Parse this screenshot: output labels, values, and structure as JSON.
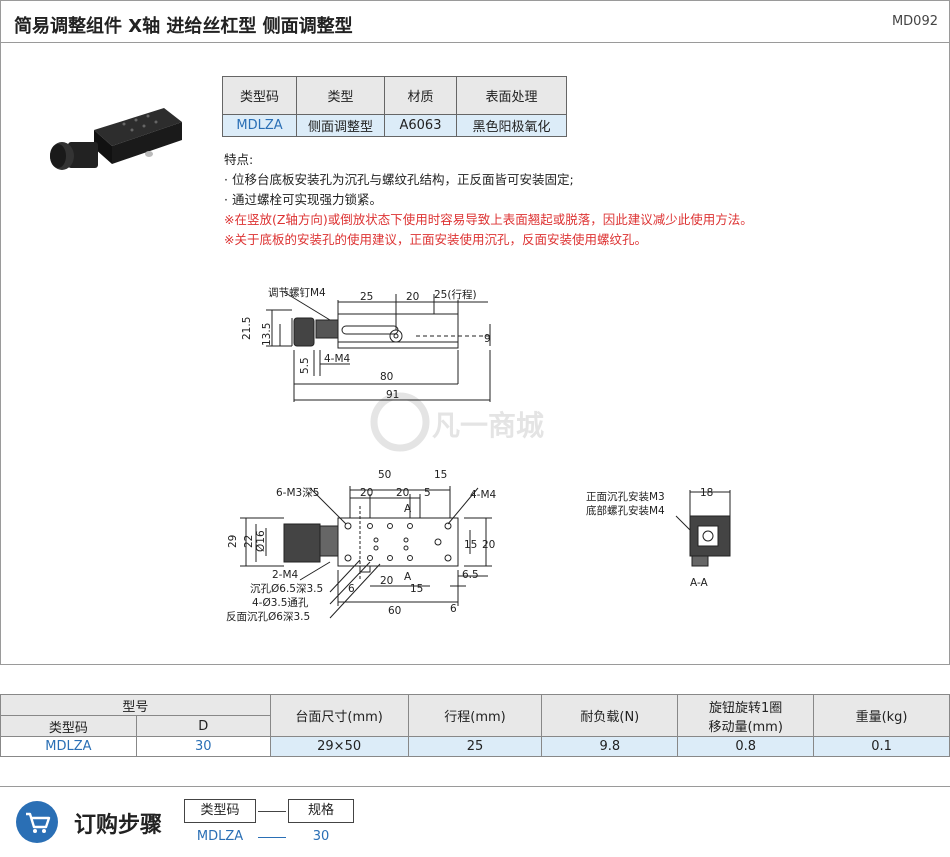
{
  "header": {
    "title": "简易调整组件  X轴  进给丝杠型  侧面调整型",
    "code": "MD092"
  },
  "spec_table": {
    "headers": [
      "类型码",
      "类型",
      "材质",
      "表面处理"
    ],
    "row": [
      "MDLZA",
      "侧面调整型",
      "A6063",
      "黑色阳极氧化"
    ]
  },
  "features": {
    "heading": "特点:",
    "items": [
      "· 位移台底板安装孔为沉孔与螺纹孔结构，正反面皆可安装固定;",
      "· 通过螺栓可实现强力锁紧。"
    ],
    "notes": [
      "※在竖放(Z轴方向)或倒放状态下使用时容易导致上表面翘起或脱落，因此建议减少此使用方法。",
      "※关于底板的安装孔的使用建议，正面安装使用沉孔，反面安装使用螺纹孔。"
    ]
  },
  "drawing": {
    "top": {
      "screw": "调节螺钉M4",
      "d25": "25",
      "d20": "20",
      "stroke": "25(行程)",
      "h215": "21.5",
      "h135": "13.5",
      "h9": "9",
      "d55": "5.5",
      "hole": "4-M4",
      "w80": "80",
      "w91": "91"
    },
    "bottom": {
      "w50": "50",
      "w15": "15",
      "m3": "6-M3深5",
      "d20a": "20",
      "d20b": "20",
      "d5": "5",
      "m4": "4-M4",
      "sec": "A",
      "h29": "29",
      "h22": "22",
      "phi16": "Ø16",
      "h15": "15",
      "h20": "20",
      "m4b": "2-M4",
      "d65": "6.5",
      "cb": "沉孔Ø6.5深3.5",
      "th": "4-Ø3.5通孔",
      "rcb": "反面沉孔Ø6深3.5",
      "d6": "6",
      "d20c": "20",
      "d15b": "15",
      "w60": "60",
      "d6b": "6"
    },
    "section": {
      "front": "正面沉孔安装M3",
      "bottom": "底部螺孔安装M4",
      "w18": "18",
      "label": "A-A"
    },
    "watermark": "凡一商城"
  },
  "order_table": {
    "group": "型号",
    "sub": [
      "类型码",
      "D"
    ],
    "headers": [
      "台面尺寸(mm)",
      "行程(mm)",
      "耐负载(N)",
      "旋钮旋转1圈\n移动量(mm)",
      "重量(kg)"
    ],
    "row": [
      "MDLZA",
      "30",
      "29×50",
      "25",
      "9.8",
      "0.8",
      "0.1"
    ]
  },
  "steps": {
    "title": "订购步骤",
    "box1": "类型码",
    "box2": "规格",
    "val1": "MDLZA",
    "val2": "30"
  },
  "colors": {
    "accent": "#2a6fb5",
    "note": "#d33333"
  }
}
